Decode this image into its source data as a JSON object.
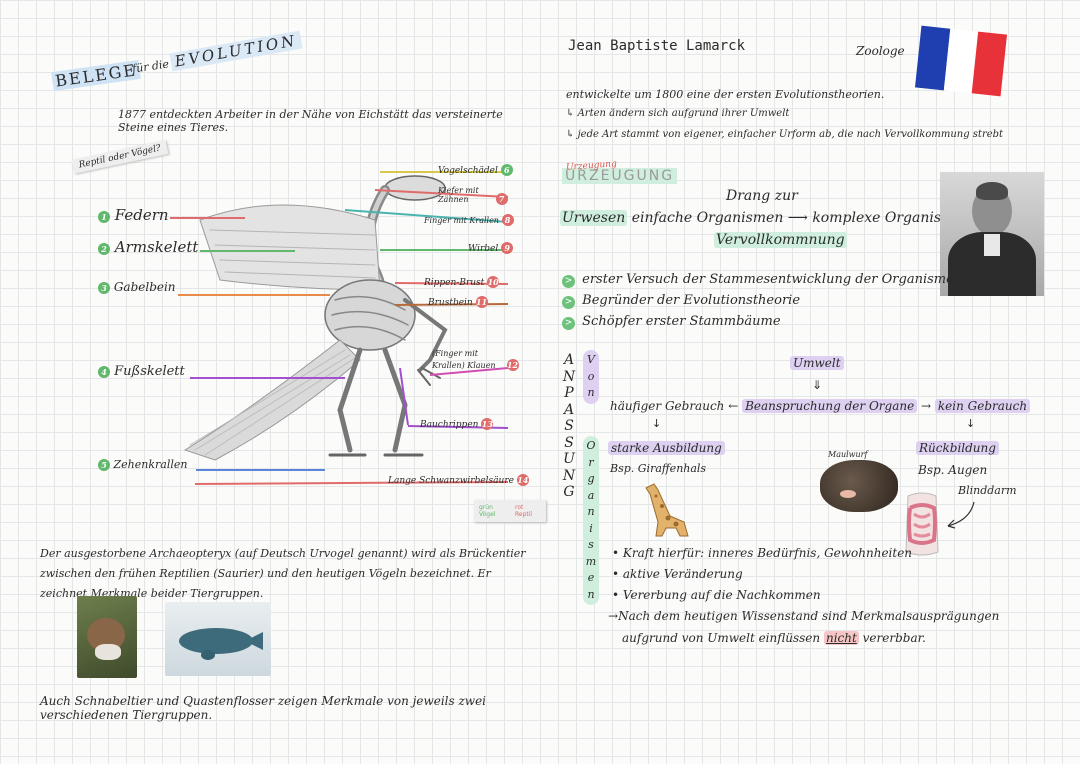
{
  "left": {
    "title_part1": "BELEGE",
    "title_part2": "für die",
    "title_part3": "EVOLUTION",
    "intro": "1877 entdeckten Arbeiter in der Nähe von Eichstätt das versteinerte Steine eines Tieres.",
    "question": "Reptil oder Vögel?",
    "left_labels": [
      {
        "num": "1",
        "text": "Federn"
      },
      {
        "num": "2",
        "text": "Armskelett"
      },
      {
        "num": "3",
        "text": "Gabelbein"
      },
      {
        "num": "4",
        "text": "Fußskelett"
      },
      {
        "num": "5",
        "text": "Zehenkrallen"
      }
    ],
    "right_labels": [
      {
        "num": "6",
        "text": "Vogelschädel"
      },
      {
        "num": "7",
        "text": "Kiefer mit Zähnen"
      },
      {
        "num": "8",
        "text": "Finger mit Krallen"
      },
      {
        "num": "9",
        "text": "Wirbel"
      },
      {
        "num": "10",
        "text": "Rippen-Brust"
      },
      {
        "num": "11",
        "text": "Brustbein"
      },
      {
        "num": "12",
        "text": "(Finger mit Krallen) Klauen"
      },
      {
        "num": "13",
        "text": "Bauchrippen"
      },
      {
        "num": "14",
        "text": "Lange Schwanzwirbelsäure"
      }
    ],
    "legend_green": "grün Vögel",
    "legend_red": "rot Reptil",
    "para1": "Der ausgestorbene Archaeopteryx (auf Deutsch Urvogel genannt) wird als Brückentier zwischen den frühen Reptilien (Saurier) und den heutigen Vögeln bezeichnet. Er zeichnet Merkmale beider Tiergruppen.",
    "para2": "Auch Schnabeltier und Quastenflosser zeigen Merkmale von jeweils zwei verschiedenen Tiergruppen."
  },
  "right": {
    "name": "Jean Baptiste Lamarck",
    "profession": "Zoologe",
    "line1": "entwickelte um 1800 eine der ersten Evolutionstheorien.",
    "line2": "Arten ändern sich aufgrund ihrer Umwelt",
    "line3": "jede Art stammt von eigener, einfacher Urform ab, die nach Vervollkommung strebt",
    "urzeugung": "URZEUGUNG",
    "urzeugung_note": "Urzeugung",
    "drang": "Drang zur",
    "urwesen": "Urwesen",
    "einfache": "einfache Organismen",
    "komplexe": "komplexe Organismen",
    "vervoll": "Vervollkommnung",
    "bullets": [
      "erster Versuch der Stammesentwicklung der Organismen",
      "Begründer der Evolutionstheorie",
      "Schöpfer erster Stammbäume"
    ],
    "col_anpassung": [
      "A",
      "N",
      "P",
      "A",
      "S",
      "S",
      "U",
      "N",
      "G"
    ],
    "col_von": [
      "V",
      "o",
      "n"
    ],
    "col_organismen": [
      "O",
      "r",
      "g",
      "a",
      "n",
      "i",
      "s",
      "m",
      "e",
      "n"
    ],
    "umwelt": "Umwelt",
    "haeufig": "häufiger Gebrauch",
    "beanspruchung": "Beanspruchung der Organe",
    "kein": "kein Gebrauch",
    "starke": "starke Ausbildung",
    "bsp_giraffe": "Bsp. Giraffenhals",
    "maulwurf": "Maulwurf",
    "rueckbildung": "Rückbildung",
    "bsp_augen": "Bsp. Augen",
    "blinddarm": "Blinddarm",
    "points": [
      "Kraft hierfür: inneres Bedürfnis, Gewohnheiten",
      "aktive Veränderung",
      "Vererbung auf die Nachkommen"
    ],
    "final_a": "Nach dem heutigen Wissenstand sind Merkmalsausprägungen",
    "final_b": "aufgrund von Umwelt einflüssen",
    "final_nicht": "nicht",
    "final_c": "vererbbar."
  },
  "colors": {
    "green": "#5fb86b",
    "red": "#e06b6b",
    "blue": "#6a9fd8",
    "purple": "#9c7fd0",
    "flag_blue": "#1f3fb0",
    "flag_red": "#e8323a"
  }
}
